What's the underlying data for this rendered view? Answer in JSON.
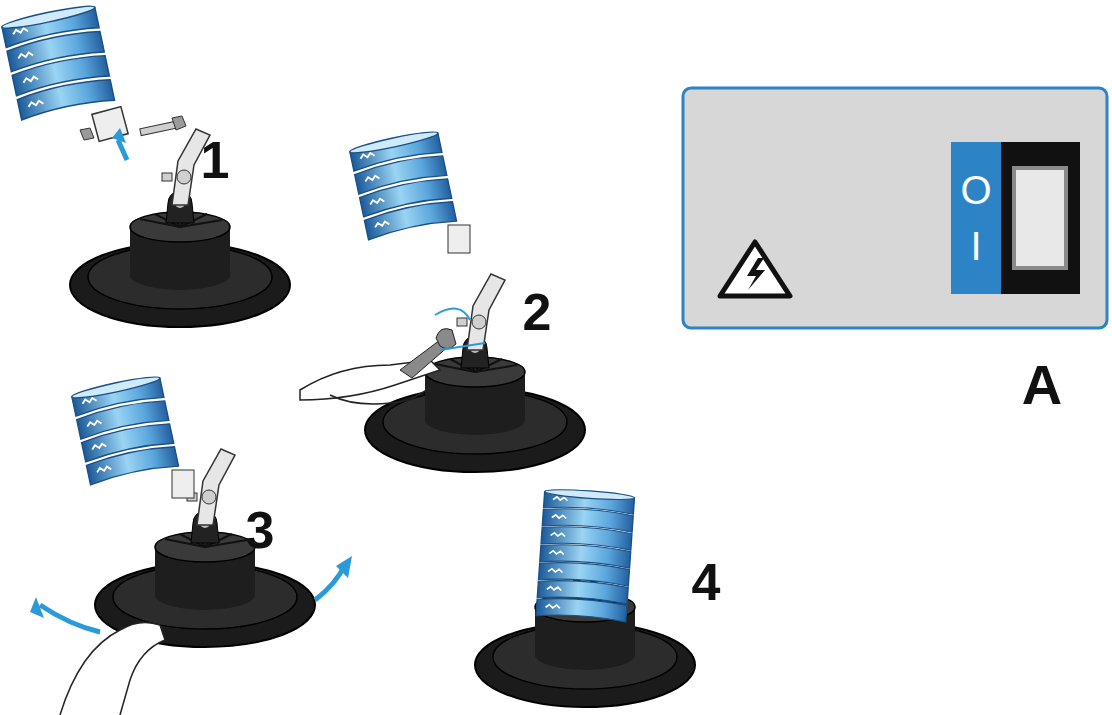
{
  "diagram": {
    "labels": [
      "1",
      "2",
      "3",
      "4",
      "O",
      "I",
      "A"
    ]
  }
}
